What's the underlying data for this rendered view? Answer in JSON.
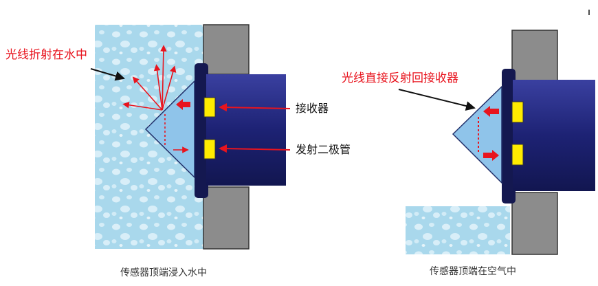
{
  "colors": {
    "water": "#a9d8ec",
    "water_drop": "#e4f4fb",
    "wall": "#8c8c8c",
    "sensor_body": "#1d2274",
    "sensor_flange": "#141850",
    "prism": "#8fc4ea",
    "window": "#ffec00",
    "arrow": "#e8141e"
  },
  "left_panel": {
    "annotation": "光线折射在水中",
    "label_receiver": "接收器",
    "label_emitter": "发射二极管",
    "caption": "传感器顶端浸入水中"
  },
  "right_panel": {
    "annotation": "光线直接反射回接收器",
    "caption": "传感器顶端在空气中"
  }
}
